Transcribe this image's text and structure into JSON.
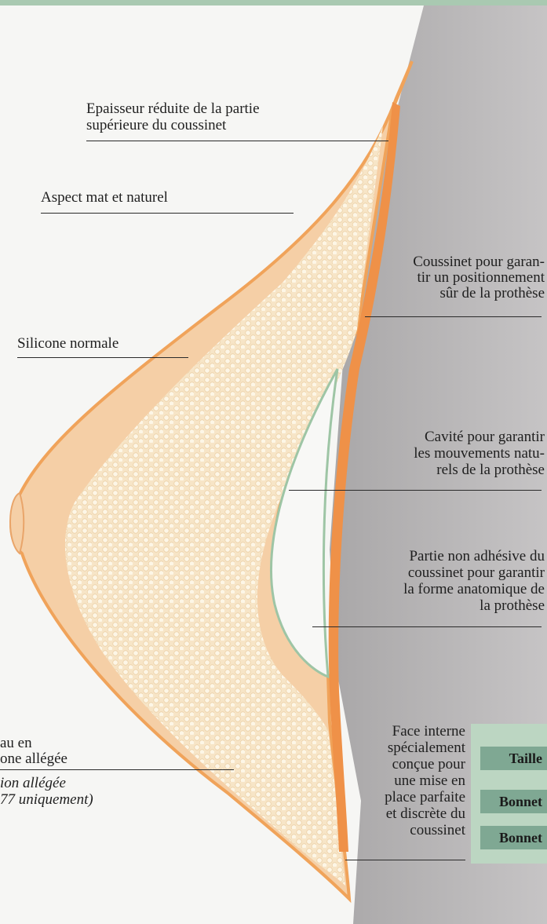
{
  "labels": {
    "epaisseur": [
      "Epaisseur réduite de la partie",
      "supérieure du coussinet"
    ],
    "aspect": "Aspect mat et naturel",
    "silicone_normale": "Silicone normale",
    "coussinet_positionnement": [
      "Coussinet pour garan-",
      "tir un positionnement",
      "sûr de la prothèse"
    ],
    "cavite": [
      "Cavité pour garantir",
      "les mouvements natu-",
      "rels de la prothèse"
    ],
    "partie_non_adhesive": [
      "Partie non adhésive du",
      "coussinet pour garantir",
      "la forme anatomique de",
      "la prothèse"
    ],
    "face_interne": [
      "Face interne",
      "spécialement",
      "conçue pour",
      "une mise en",
      "place parfaite",
      "et discrète du",
      "coussinet"
    ],
    "silicone_allegee": [
      "au en",
      "one allégée"
    ],
    "version_allegee": [
      "ion allégée",
      "77 uniquement)"
    ]
  },
  "tabs": [
    "Taille",
    "Bonnet",
    "Bonnet"
  ],
  "colors": {
    "skin": "#f5cfa6",
    "skin_light": "#f8e3c6",
    "orange_edge": "#f0a35a",
    "grey_panel": "#b9b7b8",
    "green_tab": "#7fa893",
    "top_bar": "#a9c9b1"
  }
}
